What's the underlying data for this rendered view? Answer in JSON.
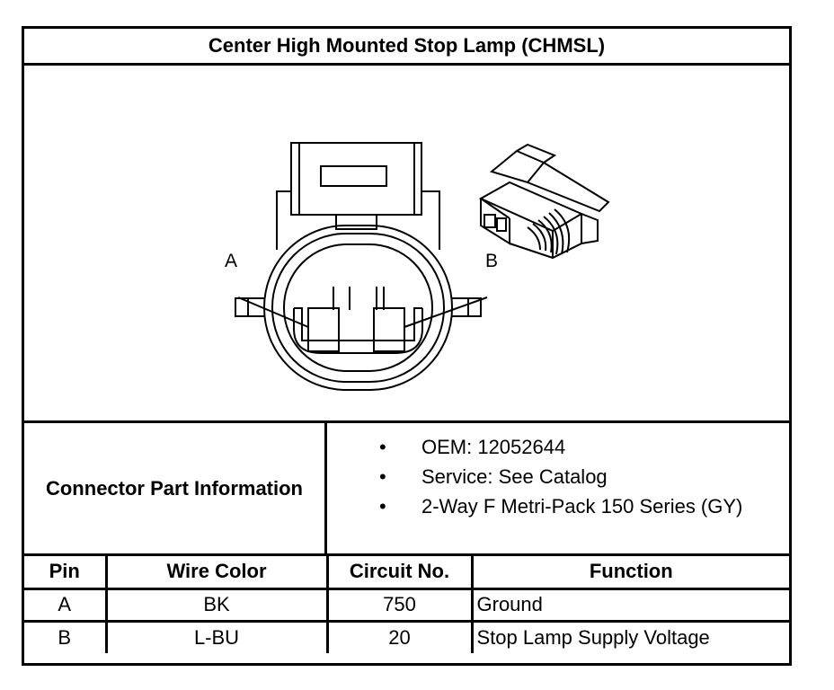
{
  "title": "Center High Mounted Stop Lamp (CHMSL)",
  "diagram": {
    "pin_labels": [
      "A",
      "B"
    ]
  },
  "connector_info": {
    "label": "Connector Part Information",
    "items": [
      "OEM: 12052644",
      "Service: See Catalog",
      "2-Way F Metri-Pack 150 Series (GY)"
    ],
    "bullet": "•"
  },
  "pin_table": {
    "headers": [
      "Pin",
      "Wire Color",
      "Circuit No.",
      "Function"
    ],
    "rows": [
      [
        "A",
        "BK",
        "750",
        "Ground"
      ],
      [
        "B",
        "L-BU",
        "20",
        "Stop Lamp Supply Voltage"
      ]
    ]
  }
}
